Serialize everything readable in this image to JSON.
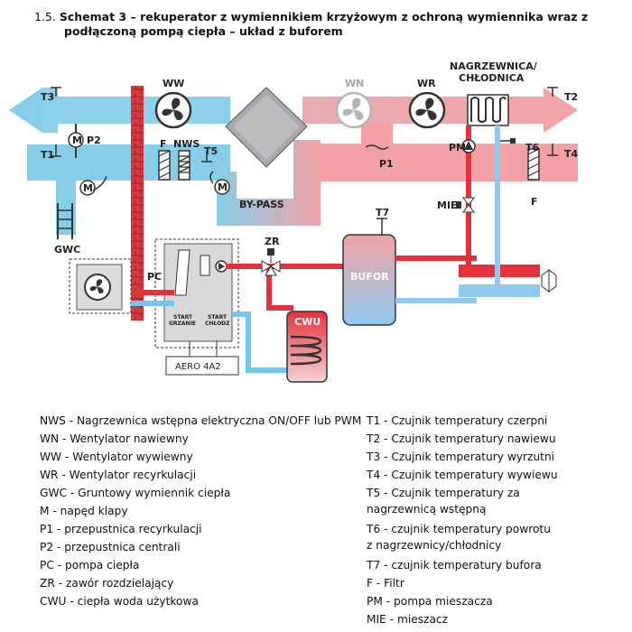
{
  "heading": {
    "number": "1.5.",
    "title_line1": "Schemat 3 – rekuperator z wymiennikiem krzyżowym z ochroną wymiennika wraz z",
    "title_line2": "podłączoną pompą ciepła – układ z buforem"
  },
  "diagram": {
    "labels": {
      "t3": "T3",
      "t1": "T1",
      "p2": "P2",
      "m_p2": "M",
      "m_left": "M",
      "m_bypass": "M",
      "ww": "WW",
      "wn": "WN",
      "wr": "WR",
      "f_left": "F",
      "nws": "NWS",
      "t5": "T5",
      "bypass": "BY-PASS",
      "p1": "P1",
      "gwc": "GWC",
      "nagrzewnica_l1": "NAGRZEWNICA/",
      "nagrzewnica_l2": "CHŁODNICA",
      "t2": "T2",
      "t4": "T4",
      "t6": "T6",
      "pm": "PM",
      "mie": "MIE",
      "f_right": "F",
      "t7": "T7",
      "zr": "ZR",
      "pc": "PC",
      "bufor": "BUFOR",
      "cwu": "CWU",
      "start_grzanie_l1": "START",
      "start_grzanie_l2": "GRZANIE",
      "start_chlodz_l1": "START",
      "start_chlodz_l2": "CHŁODZ",
      "aero": "AERO 4A2"
    },
    "colors": {
      "supply_red": "#f2a2a5",
      "exhaust_blue": "#86cde8",
      "hot_pipe": "#e4323a",
      "cold_pipe": "#6fc8ef",
      "brick": "#d63a3f"
    }
  },
  "legend": {
    "left": [
      "NWS - Nagrzewnica wstępna elektryczna ON/OFF lub PWM",
      "WN - Wentylator nawiewny",
      "WW - Wentylator wywiewny",
      "WR - Wentylator recyrkulacji",
      "GWC - Gruntowy wymiennik ciepła",
      "M - napęd klapy",
      "P1 - przepustnica recyrkulacji",
      "P2 - przepustnica centrali",
      "PC - pompa ciepła",
      "ZR - zawór rozdzielający",
      "CWU - ciepła woda użytkowa"
    ],
    "right": [
      "T1 - Czujnik temperatury czerpni",
      "T2 - Czujnik temperatury nawiewu",
      "T3 - Czujnik temperatury wyrzutni",
      "T4 - Czujnik temperatury wywiewu",
      "T5 - Czujnik temperatury za",
      "nagrzewnicą wstępną",
      "T6 - czujnik temperatury powrotu",
      "z nagrzewnicy/chłodnicy",
      "T7 - czujnik temperatury bufora",
      "F - Filtr",
      "PM - pompa mieszacza",
      "MIE - mieszacz"
    ]
  }
}
